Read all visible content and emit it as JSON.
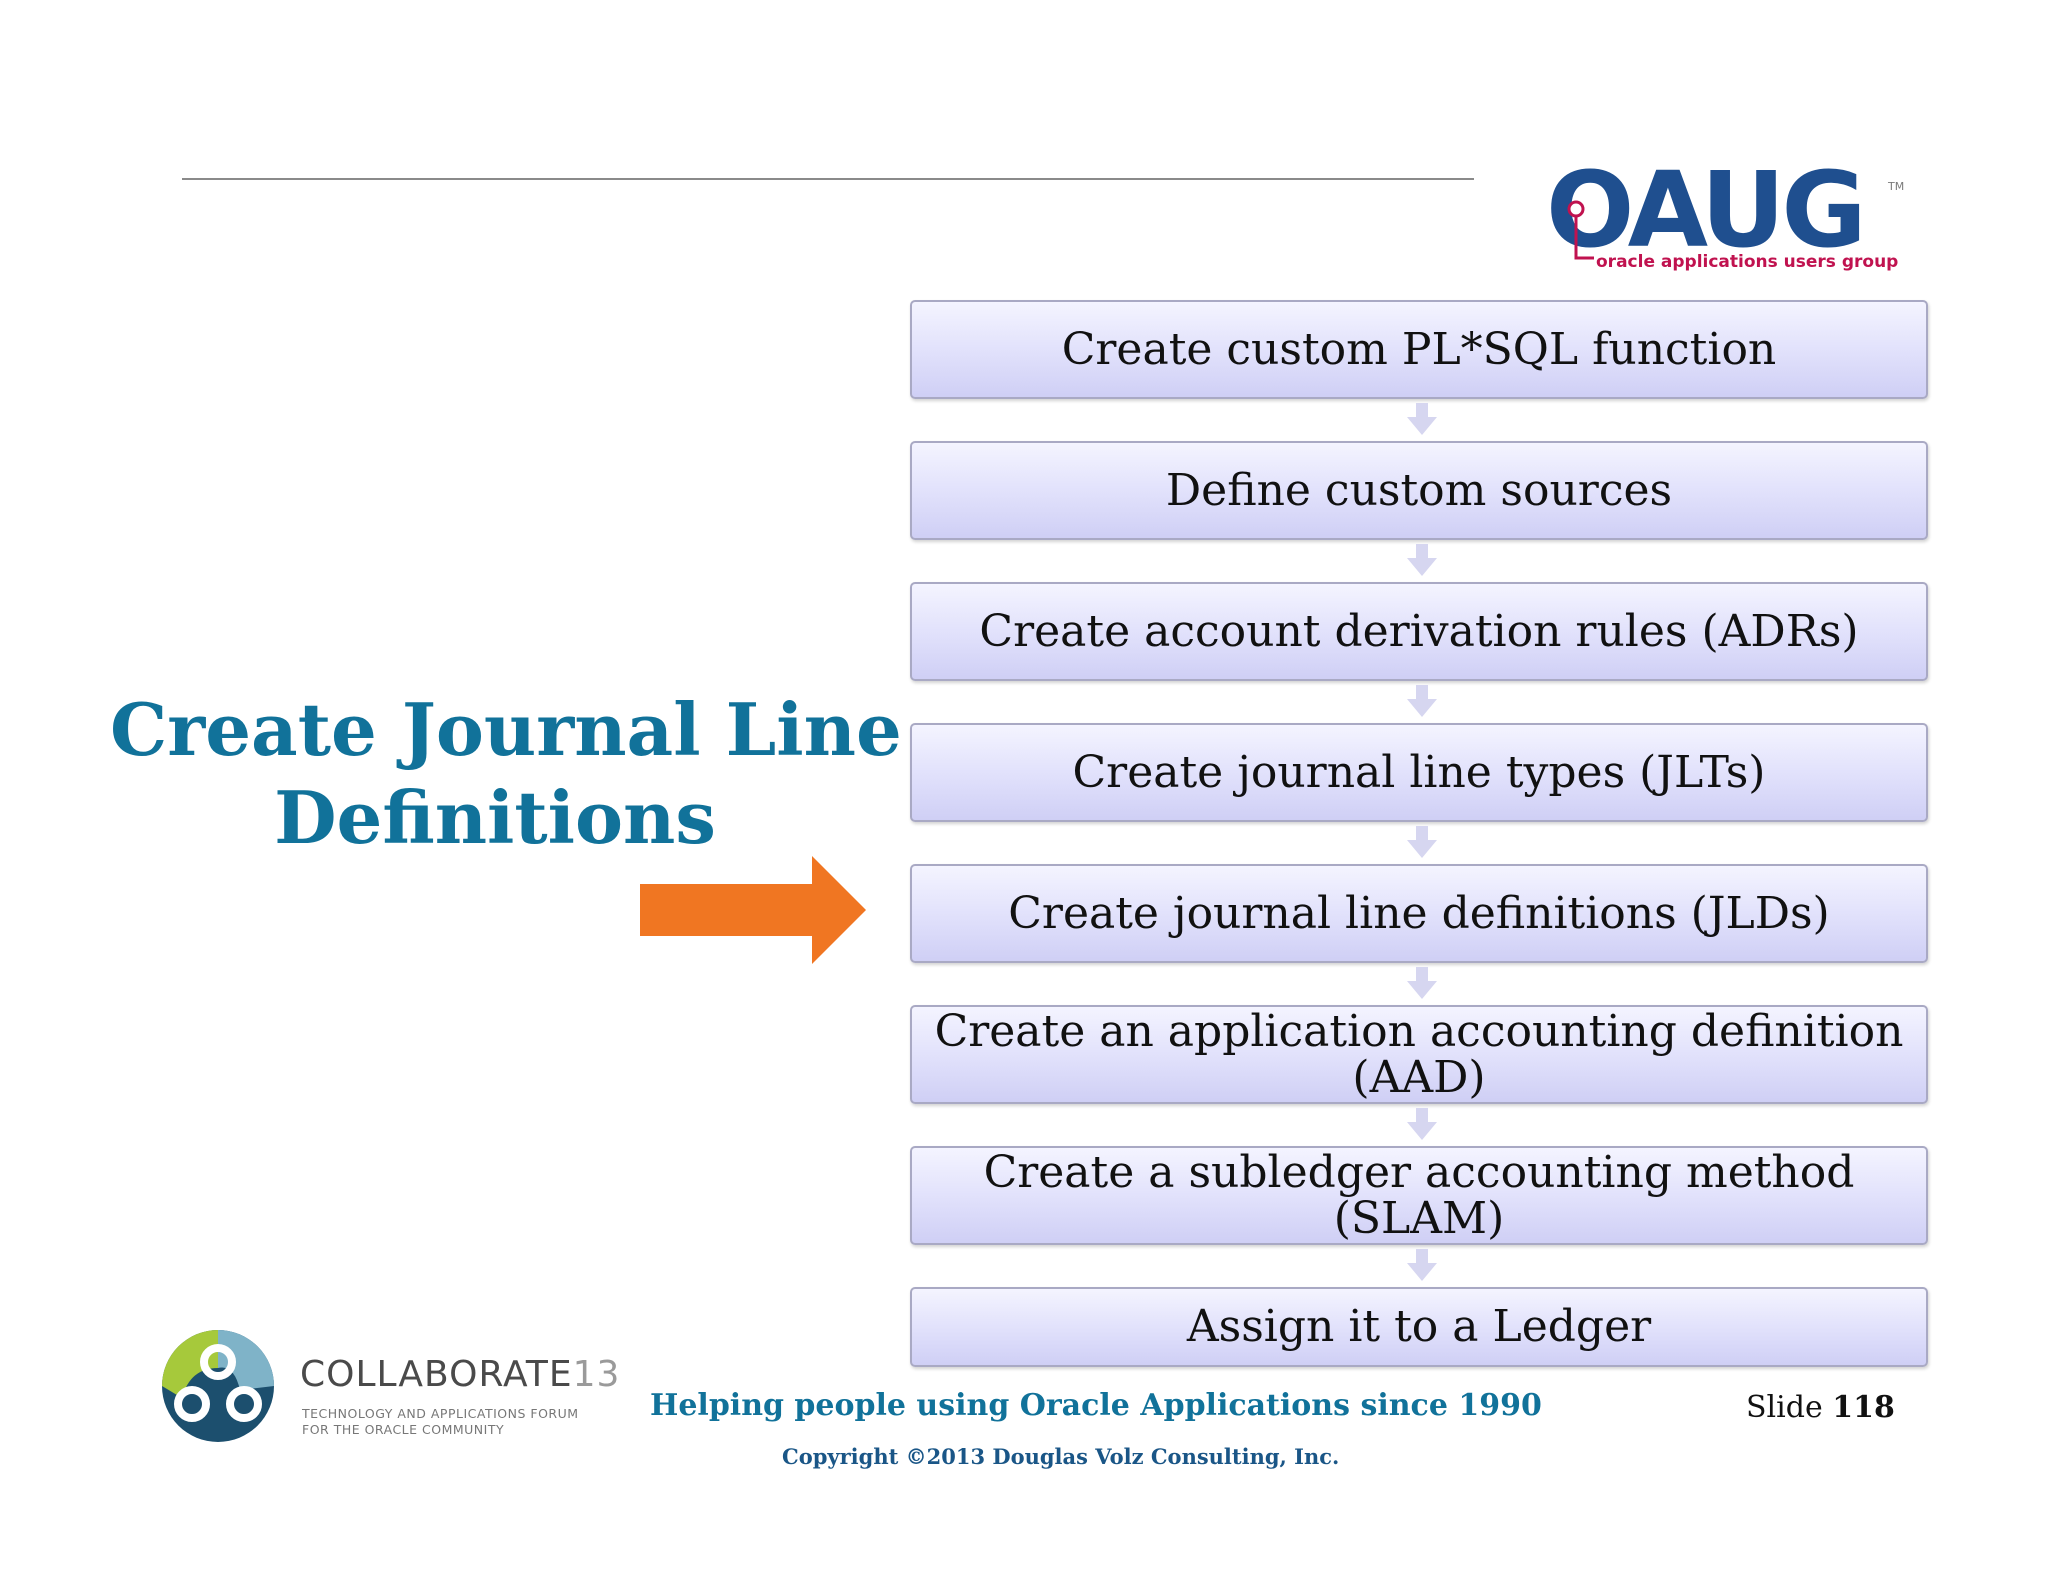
{
  "logo_oaug": {
    "letters": "OAUG",
    "tm": "TM",
    "tagline": "oracle applications users group",
    "color": "#1f4f8f",
    "tagline_color": "#c0124f"
  },
  "heading": {
    "line1": "Create Journal Line",
    "line2": "Definitions",
    "color": "#11729a"
  },
  "arrow": {
    "icon": "orange-right-arrow",
    "color": "#f07622"
  },
  "steps": [
    {
      "label": "Create custom PL*SQL function"
    },
    {
      "label": "Define custom sources"
    },
    {
      "label": "Create account derivation rules (ADRs)"
    },
    {
      "label": "Create journal line types (JLTs)"
    },
    {
      "label": "Create journal line definitions (JLDs)"
    },
    {
      "label": "Create an application accounting definition (AAD)"
    },
    {
      "label": "Create a subledger accounting method (SLAM)"
    },
    {
      "label": "Assign it to a Ledger"
    }
  ],
  "logo_collaborate": {
    "word": "COLLABORATE",
    "number": "13",
    "sub1": "TECHNOLOGY AND APPLICATIONS FORUM",
    "sub2": "FOR THE ORACLE COMMUNITY"
  },
  "footer": {
    "tagline": "Helping people using Oracle Applications since 1990",
    "copyright": "Copyright ©2013 Douglas Volz Consulting, Inc.",
    "slide_label": "Slide",
    "slide_number": "118"
  }
}
